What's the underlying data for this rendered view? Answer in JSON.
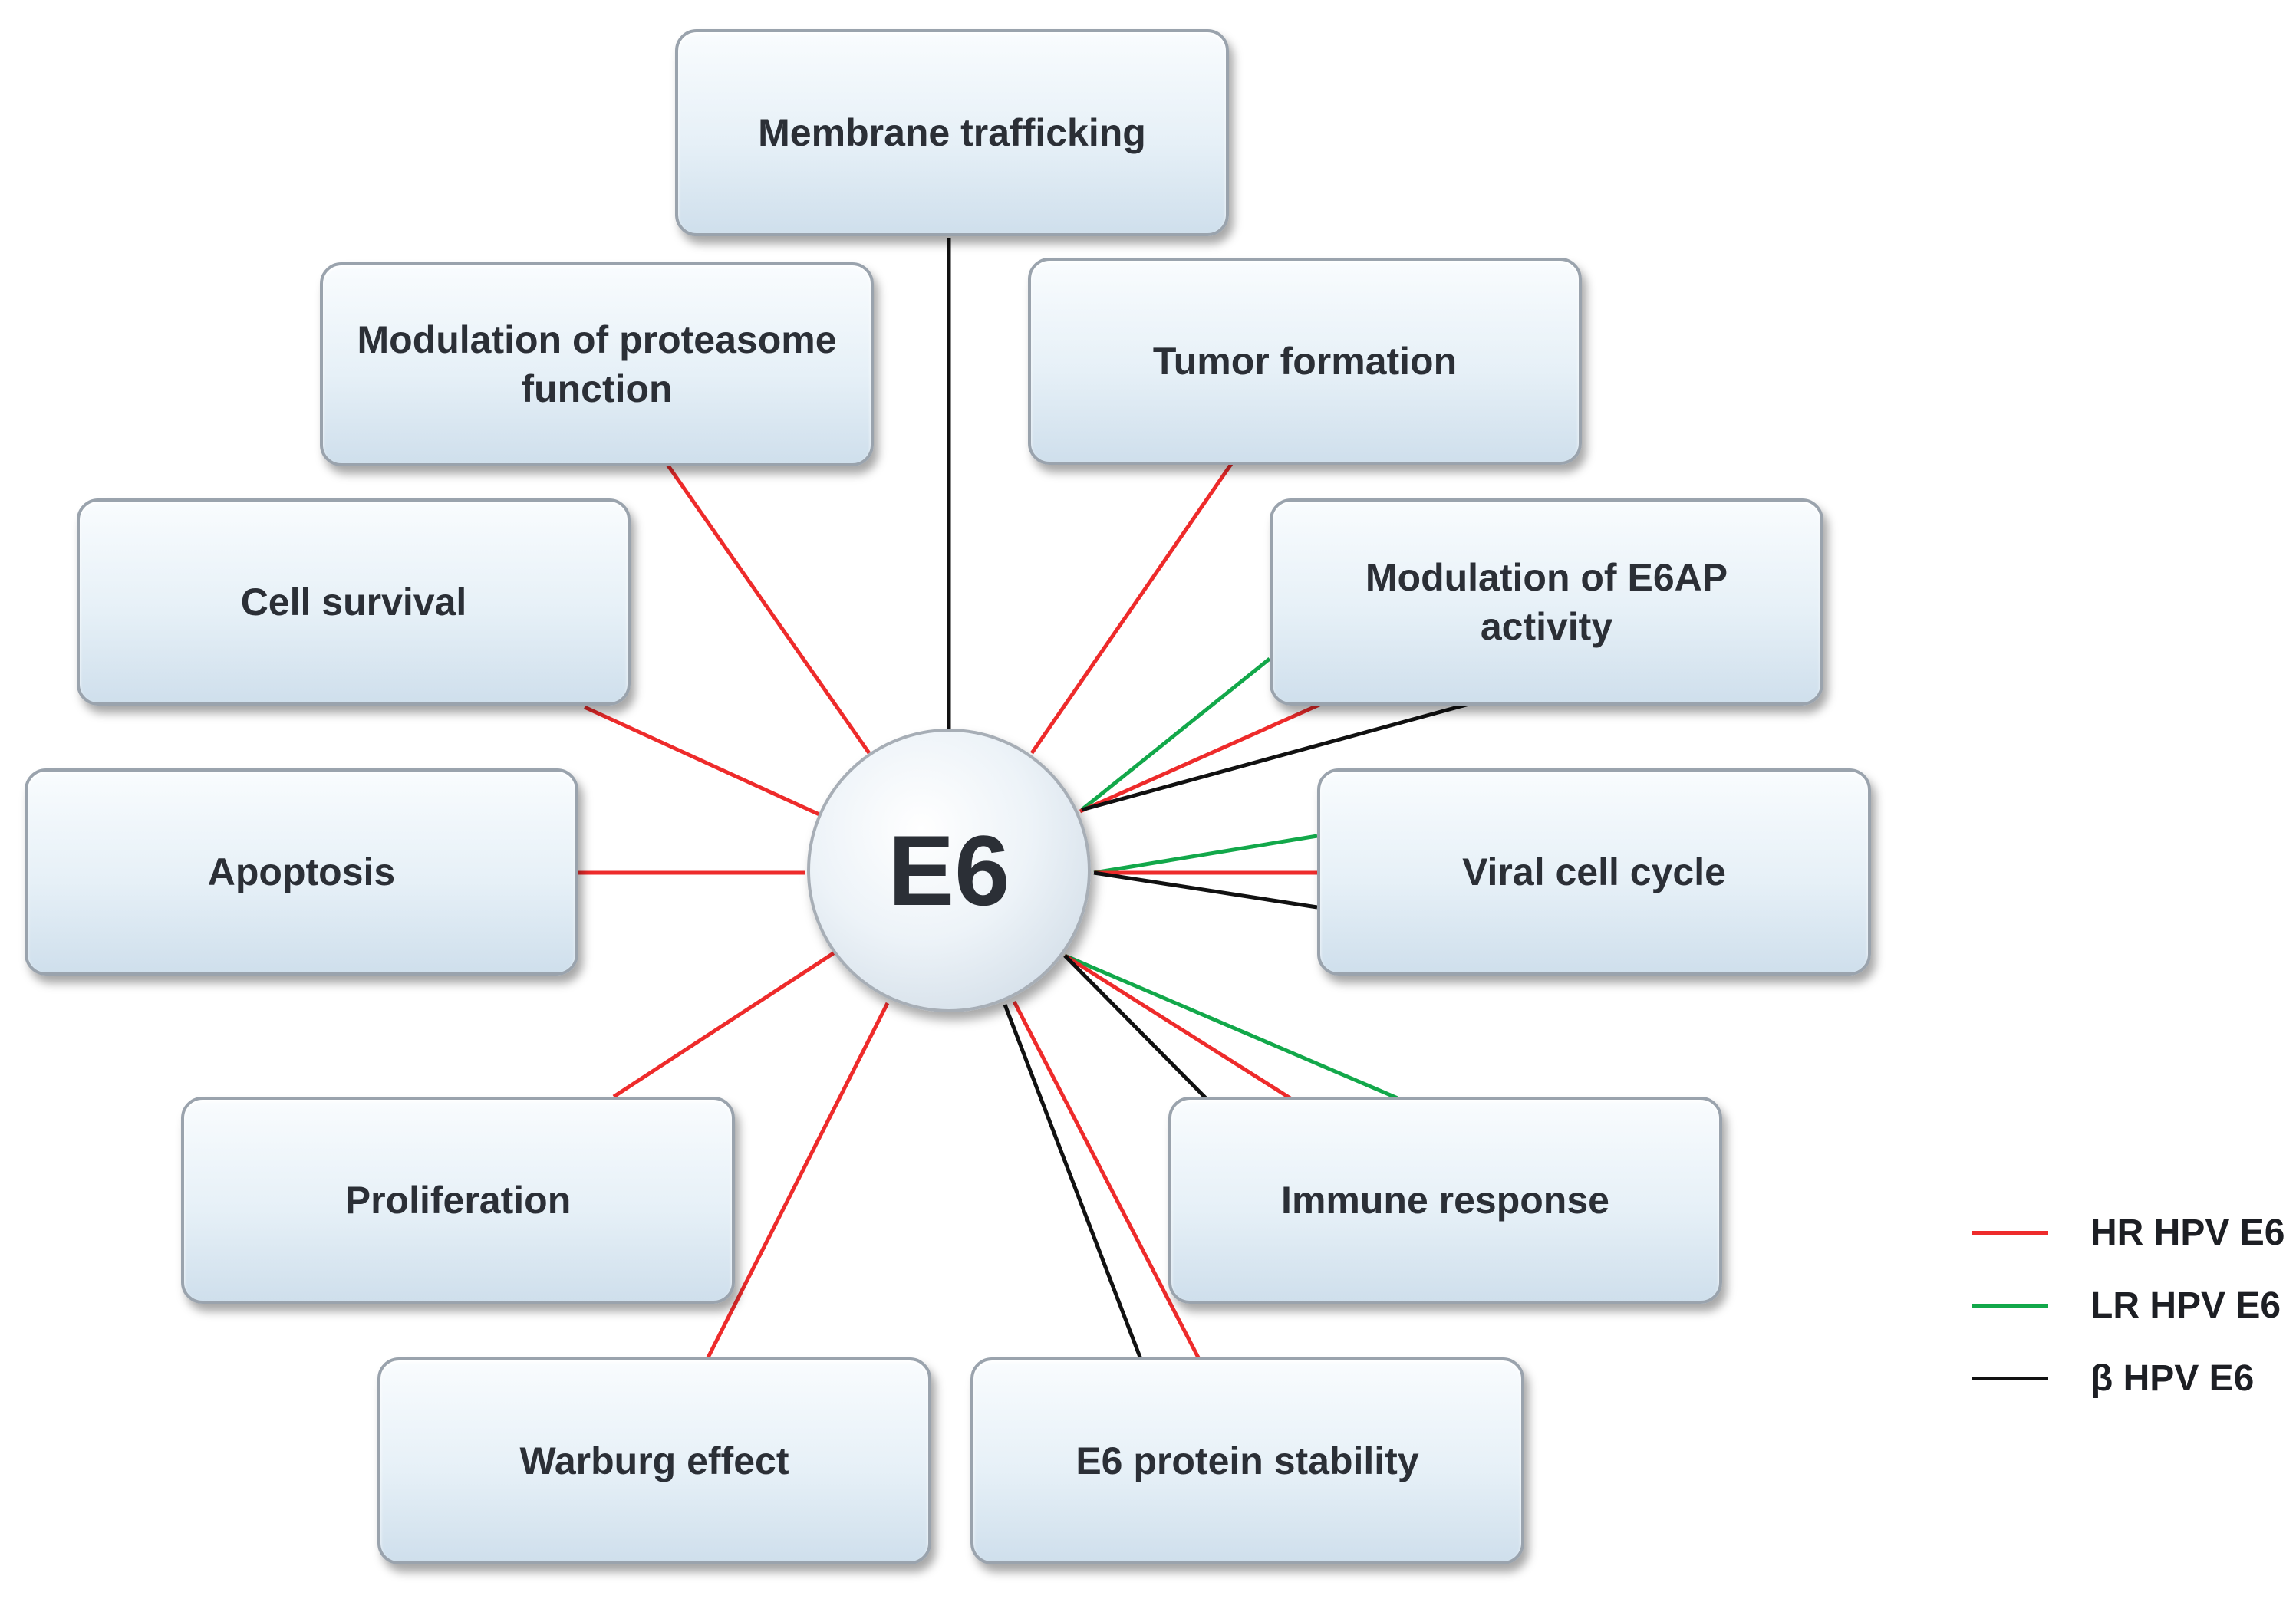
{
  "hub_label": "E6",
  "colors": {
    "HR": "#ee2b2b",
    "LR": "#12a84a",
    "beta": "#111111"
  },
  "legend": [
    {
      "key": "HR",
      "label": "HR HPV E6"
    },
    {
      "key": "LR",
      "label": "LR HPV E6"
    },
    {
      "key": "beta",
      "label": "β HPV E6"
    }
  ],
  "nodes": [
    {
      "id": "membrane-trafficking",
      "label": "Membrane trafficking",
      "links": [
        "beta"
      ]
    },
    {
      "id": "proteasome-function",
      "label": "Modulation of proteasome function",
      "links": [
        "HR"
      ]
    },
    {
      "id": "tumor-formation",
      "label": "Tumor formation",
      "links": [
        "HR"
      ]
    },
    {
      "id": "cell-survival",
      "label": "Cell survival",
      "links": [
        "HR"
      ]
    },
    {
      "id": "e6ap-activity",
      "label": "Modulation of E6AP activity",
      "links": [
        "LR",
        "HR",
        "beta"
      ]
    },
    {
      "id": "apoptosis",
      "label": "Apoptosis",
      "links": [
        "HR"
      ]
    },
    {
      "id": "viral-cell-cycle",
      "label": "Viral cell cycle",
      "links": [
        "LR",
        "HR",
        "beta"
      ]
    },
    {
      "id": "proliferation",
      "label": "Proliferation",
      "links": [
        "HR"
      ]
    },
    {
      "id": "immune-response",
      "label": "Immune response",
      "links": [
        "LR",
        "HR",
        "beta"
      ]
    },
    {
      "id": "warburg-effect",
      "label": "Warburg effect",
      "links": [
        "HR"
      ]
    },
    {
      "id": "protein-stability",
      "label": "E6 protein stability",
      "links": [
        "HR",
        "beta"
      ]
    }
  ]
}
